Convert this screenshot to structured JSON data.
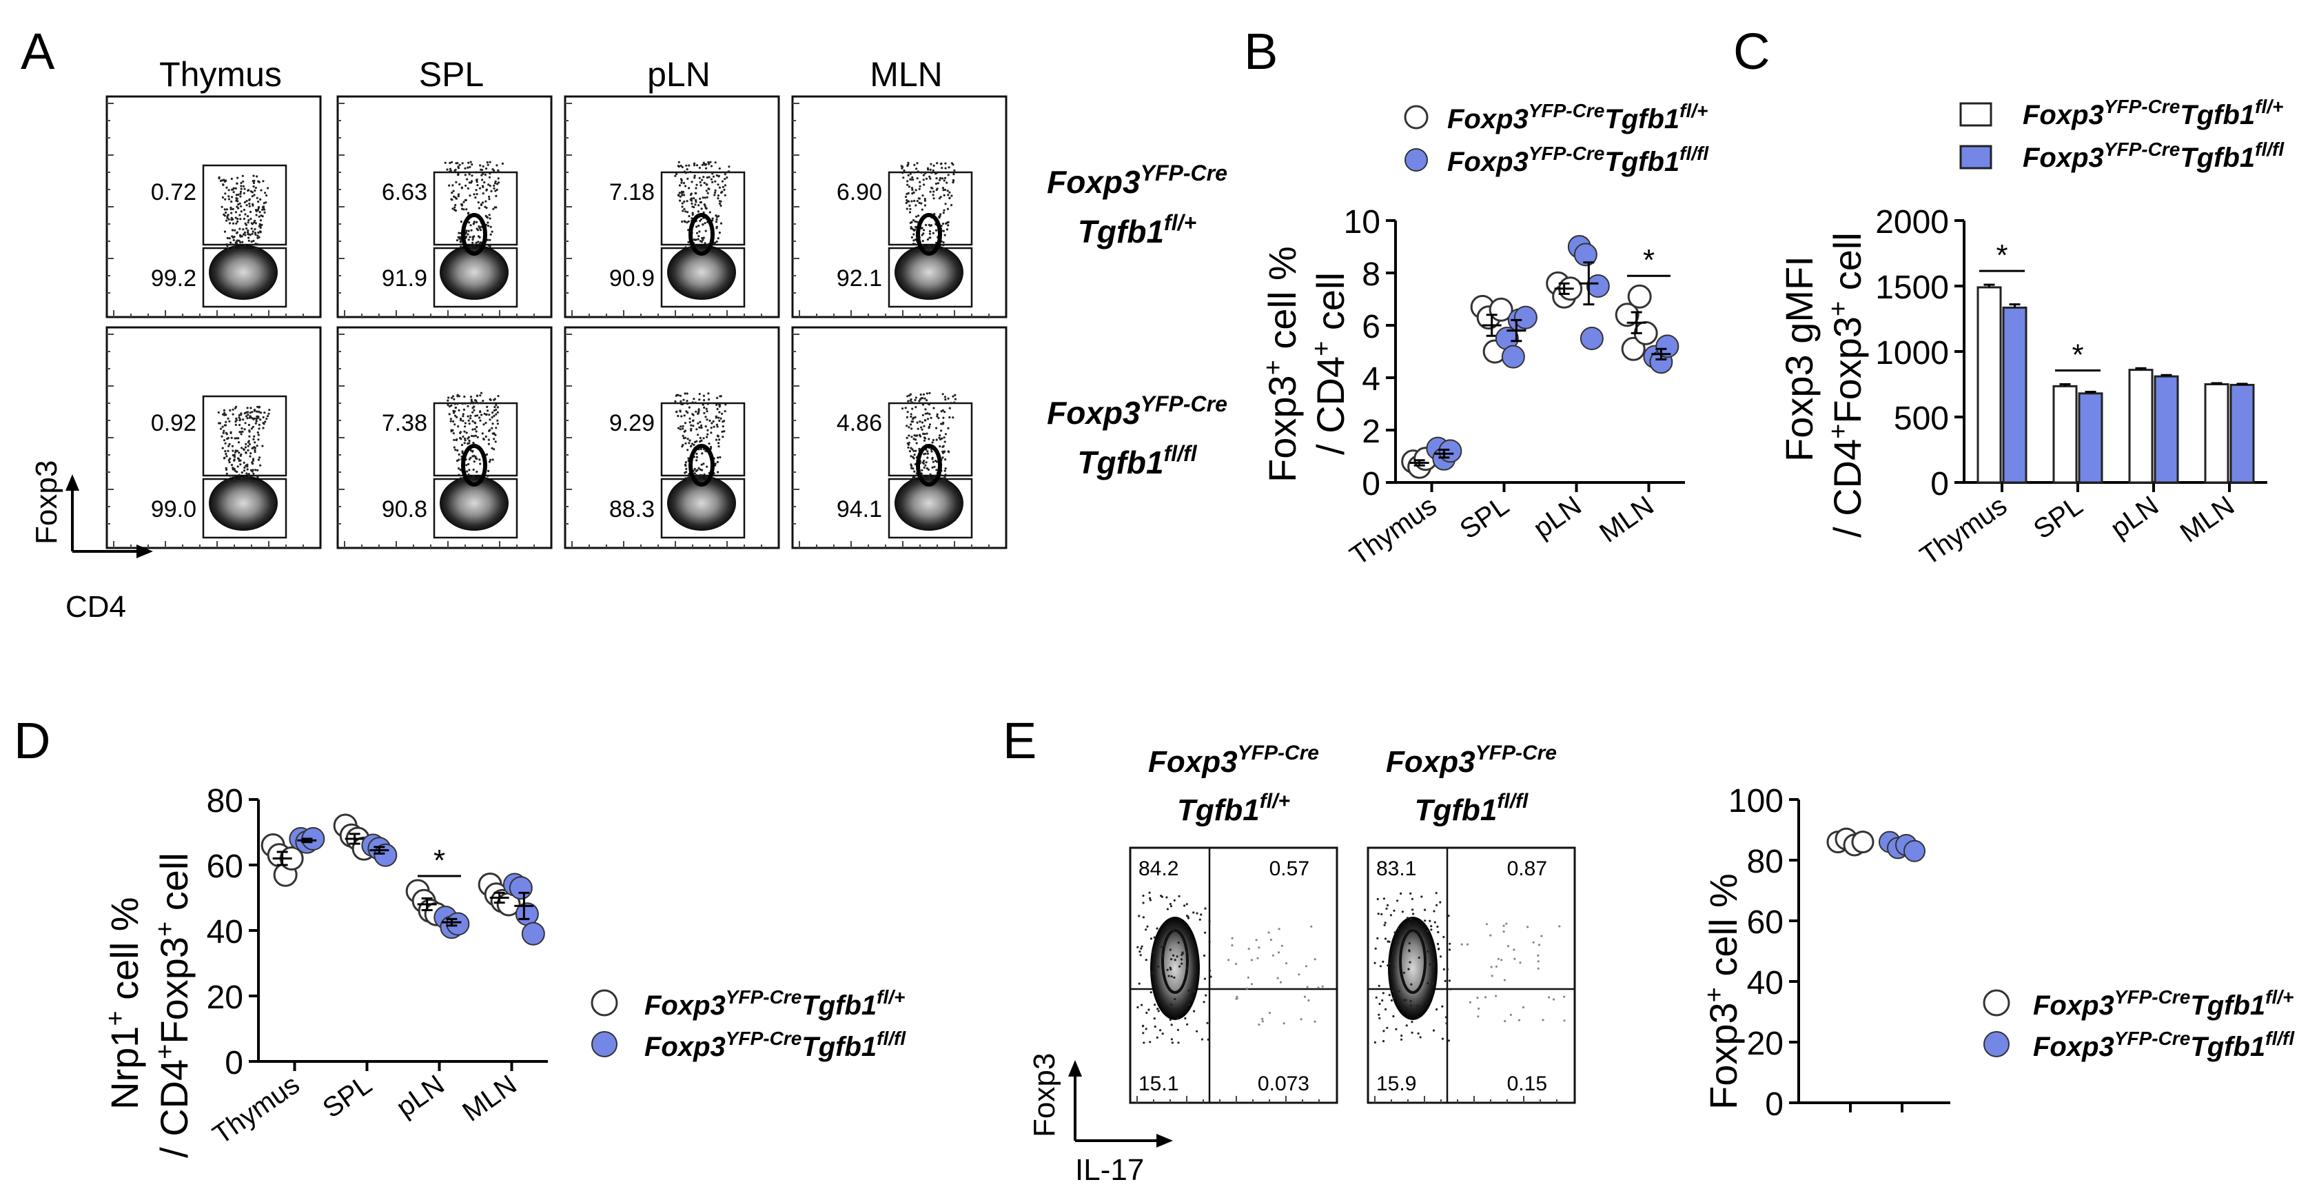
{
  "colors": {
    "control": "#ffffff",
    "knockout": "#7487e6",
    "ink": "#000000",
    "facs_ink": "#222222"
  },
  "legend": {
    "control": {
      "gene": "Foxp3",
      "gene_sup": "YFP-Cre",
      "allele": "Tgfb1",
      "allele_sup": "fl/+"
    },
    "knockout": {
      "gene": "Foxp3",
      "gene_sup": "YFP-Cre",
      "allele": "Tgfb1",
      "allele_sup": "fl/fl"
    }
  },
  "panel_a": {
    "letter": "A",
    "tissues": [
      "Thymus",
      "SPL",
      "pLN",
      "MLN"
    ],
    "rows": [
      {
        "genotype_top": "Foxp3",
        "genotype_top_sup": "YFP-Cre",
        "genotype_bottom": "Tgfb1",
        "genotype_bottom_sup": "fl/+",
        "upper_gates": [
          "0.72",
          "6.63",
          "7.18",
          "6.90"
        ],
        "lower_gates": [
          "99.2",
          "91.9",
          "90.9",
          "92.1"
        ]
      },
      {
        "genotype_top": "Foxp3",
        "genotype_top_sup": "YFP-Cre",
        "genotype_bottom": "Tgfb1",
        "genotype_bottom_sup": "fl/fl",
        "upper_gates": [
          "0.92",
          "7.38",
          "9.29",
          "4.86"
        ],
        "lower_gates": [
          "99.0",
          "90.8",
          "88.3",
          "94.1"
        ]
      }
    ],
    "y_axis_label": "Foxp3",
    "x_axis_label": "CD4"
  },
  "panel_b": {
    "letter": "B",
    "ylabel_line1": "Foxp3",
    "ylabel_line1_sup": "+",
    "ylabel_line1_rest": " cell %",
    "ylabel_line2": "/ CD4",
    "ylabel_line2_sup": "+",
    "ylabel_line2_rest": " cell",
    "chart_data": {
      "type": "scatter",
      "categories": [
        "Thymus",
        "SPL",
        "pLN",
        "MLN"
      ],
      "ylim": [
        0,
        10
      ],
      "yticks": [
        0,
        2,
        4,
        6,
        8,
        10
      ],
      "series": [
        {
          "name": "Foxp3YFP-CreTgfb1fl/+",
          "values": [
            [
              0.8,
              0.6,
              0.9
            ],
            [
              6.7,
              6.3,
              5.0,
              6.6
            ],
            [
              7.6,
              7.1,
              7.4
            ],
            [
              6.4,
              5.1,
              7.1,
              5.7
            ]
          ],
          "mean": [
            0.75,
            6.0,
            7.4,
            6.1
          ],
          "sem": [
            0.1,
            0.4,
            0.2,
            0.4
          ]
        },
        {
          "name": "Foxp3YFP-CreTgfb1fl/fl",
          "values": [
            [
              1.3,
              0.9,
              1.2
            ],
            [
              5.5,
              4.8,
              6.2,
              6.3
            ],
            [
              9.0,
              8.7,
              5.5,
              7.5
            ],
            [
              4.8,
              4.6,
              5.2
            ]
          ],
          "mean": [
            1.1,
            5.8,
            7.6,
            4.9
          ],
          "sem": [
            0.15,
            0.4,
            0.8,
            0.2
          ]
        }
      ],
      "significance": [
        {
          "category": "MLN",
          "label": "*"
        }
      ]
    }
  },
  "panel_c": {
    "letter": "C",
    "ylabel_line1": "Foxp3 gMFI",
    "ylabel_line2": "/ CD4",
    "ylabel_line2_sup": "+",
    "ylabel_line2_mid": "Foxp3",
    "ylabel_line2_sup2": "+",
    "ylabel_line2_rest": " cell",
    "chart_data": {
      "type": "bar",
      "categories": [
        "Thymus",
        "SPL",
        "pLN",
        "MLN"
      ],
      "ylim": [
        0,
        2000
      ],
      "yticks": [
        0,
        500,
        1000,
        1500,
        2000
      ],
      "series": [
        {
          "name": "Foxp3YFP-CreTgfb1fl/+",
          "values": [
            1490,
            735,
            860,
            750
          ],
          "sem": [
            20,
            15,
            12,
            8
          ]
        },
        {
          "name": "Foxp3YFP-CreTgfb1fl/fl",
          "values": [
            1335,
            680,
            810,
            745
          ],
          "sem": [
            25,
            12,
            10,
            8
          ]
        }
      ],
      "significance": [
        {
          "category": "Thymus",
          "label": "*"
        },
        {
          "category": "SPL",
          "label": "*"
        }
      ]
    }
  },
  "panel_d": {
    "letter": "D",
    "ylabel_line1": "Nrp1",
    "ylabel_line1_sup": "+",
    "ylabel_line1_rest": " cell %",
    "ylabel_line2": "/ CD4",
    "ylabel_line2_sup": "+",
    "ylabel_line2_mid": "Foxp3",
    "ylabel_line2_sup2": "+",
    "ylabel_line2_rest": " cell",
    "chart_data": {
      "type": "scatter",
      "categories": [
        "Thymus",
        "SPL",
        "pLN",
        "MLN"
      ],
      "ylim": [
        0,
        80
      ],
      "yticks": [
        0,
        20,
        40,
        60,
        80
      ],
      "series": [
        {
          "name": "Foxp3YFP-CreTgfb1fl/+",
          "values": [
            [
              66,
              63,
              57,
              62
            ],
            [
              72,
              69,
              68,
              65
            ],
            [
              52,
              49,
              46,
              45
            ],
            [
              54,
              51,
              49,
              48
            ]
          ],
          "mean": [
            62,
            68,
            48,
            50
          ],
          "sem": [
            2,
            1.5,
            1.8,
            1.5
          ]
        },
        {
          "name": "Foxp3YFP-CreTgfb1fl/fl",
          "values": [
            [
              68,
              67,
              68
            ],
            [
              66,
              65,
              63
            ],
            [
              44,
              41,
              42
            ],
            [
              54,
              53,
              45,
              39
            ]
          ],
          "mean": [
            67.5,
            64.5,
            42.5,
            47.5
          ],
          "sem": [
            0.5,
            1,
            1,
            4
          ]
        }
      ],
      "significance": [
        {
          "category": "pLN",
          "label": "*"
        }
      ]
    }
  },
  "panel_e": {
    "letter": "E",
    "plots": [
      {
        "genotype_top": "Foxp3",
        "genotype_top_sup": "YFP-Cre",
        "genotype_bottom": "Tgfb1",
        "genotype_bottom_sup": "fl/+",
        "q_ul": "84.2",
        "q_ur": "0.57",
        "q_ll": "15.1",
        "q_lr": "0.073"
      },
      {
        "genotype_top": "Foxp3",
        "genotype_top_sup": "YFP-Cre",
        "genotype_bottom": "Tgfb1",
        "genotype_bottom_sup": "fl/fl",
        "q_ul": "83.1",
        "q_ur": "0.87",
        "q_ll": "15.9",
        "q_lr": "0.15"
      }
    ],
    "y_axis_label": "Foxp3",
    "x_axis_label": "IL-17",
    "ylabel": "Foxp3",
    "ylabel_sup": "+",
    "ylabel_rest": " cell %",
    "chart_data": {
      "type": "scatter",
      "ylim": [
        0,
        100
      ],
      "yticks": [
        0,
        20,
        40,
        60,
        80,
        100
      ],
      "series": [
        {
          "name": "Foxp3YFP-CreTgfb1fl/+",
          "values": [
            86,
            87,
            85,
            86
          ]
        },
        {
          "name": "Foxp3YFP-CreTgfb1fl/fl",
          "values": [
            86,
            84,
            85,
            83
          ]
        }
      ]
    }
  }
}
